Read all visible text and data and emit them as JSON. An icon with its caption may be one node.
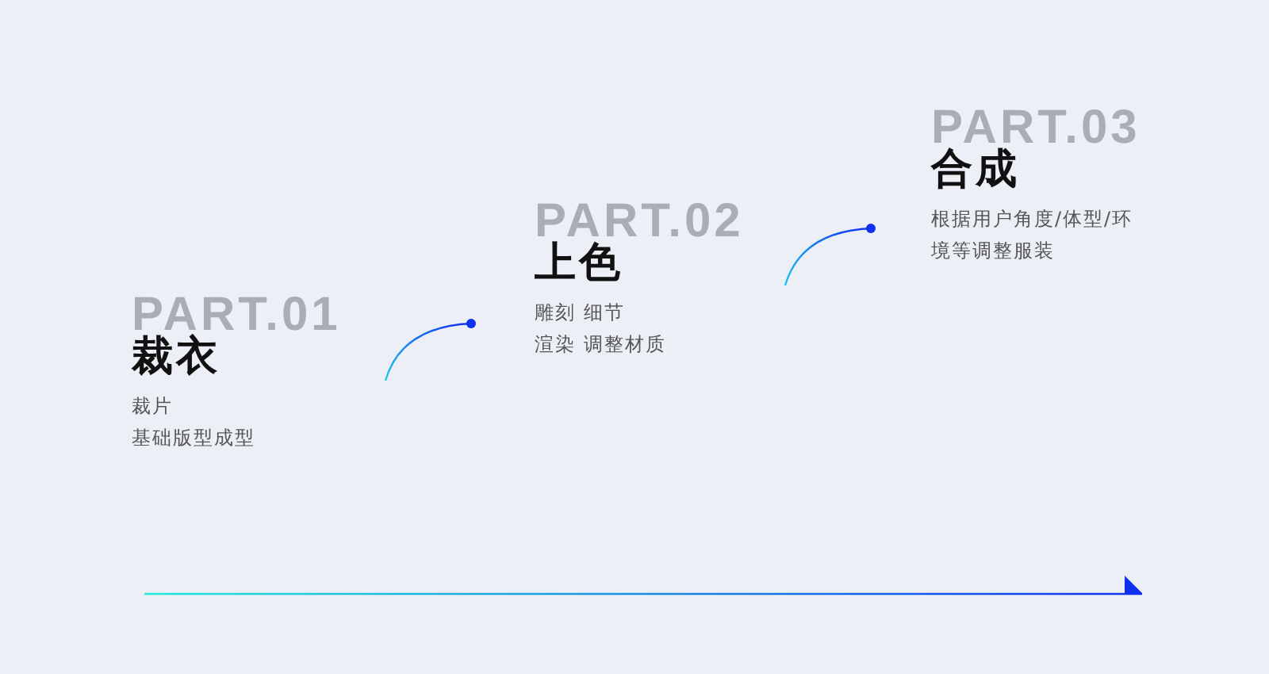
{
  "diagram": {
    "labels": [
      "PART.01",
      "裁衣",
      "裁片",
      "基础版型成型",
      "PART.02",
      "上色",
      "雕刻 细节",
      "渲染 调整材质",
      "PART.03",
      "合成",
      "根据用户角度/体型/环境等调整服装"
    ]
  }
}
